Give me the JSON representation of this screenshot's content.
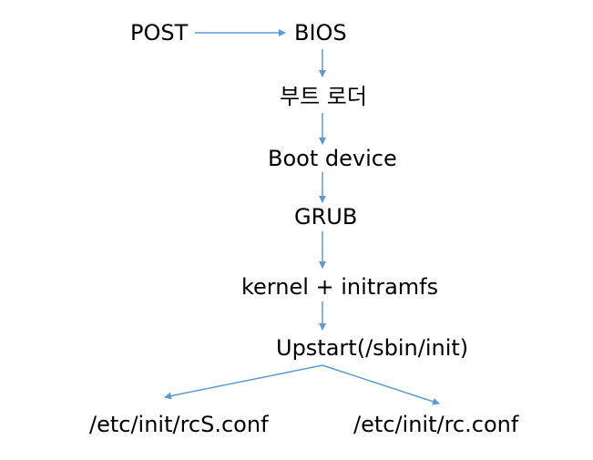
{
  "diagram": {
    "nodes": {
      "post": "POST",
      "bios": "BIOS",
      "boot_loader": "부트 로더",
      "boot_device": "Boot device",
      "grub": "GRUB",
      "kernel": "kernel + initramfs",
      "upstart": "Upstart(/sbin/init)",
      "rcs_conf": "/etc/init/rcS.conf",
      "rc_conf": "/etc/init/rc.conf"
    },
    "edges": [
      {
        "from": "POST",
        "to": "BIOS"
      },
      {
        "from": "BIOS",
        "to": "부트 로더"
      },
      {
        "from": "부트 로더",
        "to": "Boot device"
      },
      {
        "from": "Boot device",
        "to": "GRUB"
      },
      {
        "from": "GRUB",
        "to": "kernel + initramfs"
      },
      {
        "from": "kernel + initramfs",
        "to": "Upstart(/sbin/init)"
      },
      {
        "from": "Upstart(/sbin/init)",
        "to": "/etc/init/rcS.conf"
      },
      {
        "from": "Upstart(/sbin/init)",
        "to": "/etc/init/rc.conf"
      }
    ],
    "arrow_color": "#5b9bd5"
  }
}
